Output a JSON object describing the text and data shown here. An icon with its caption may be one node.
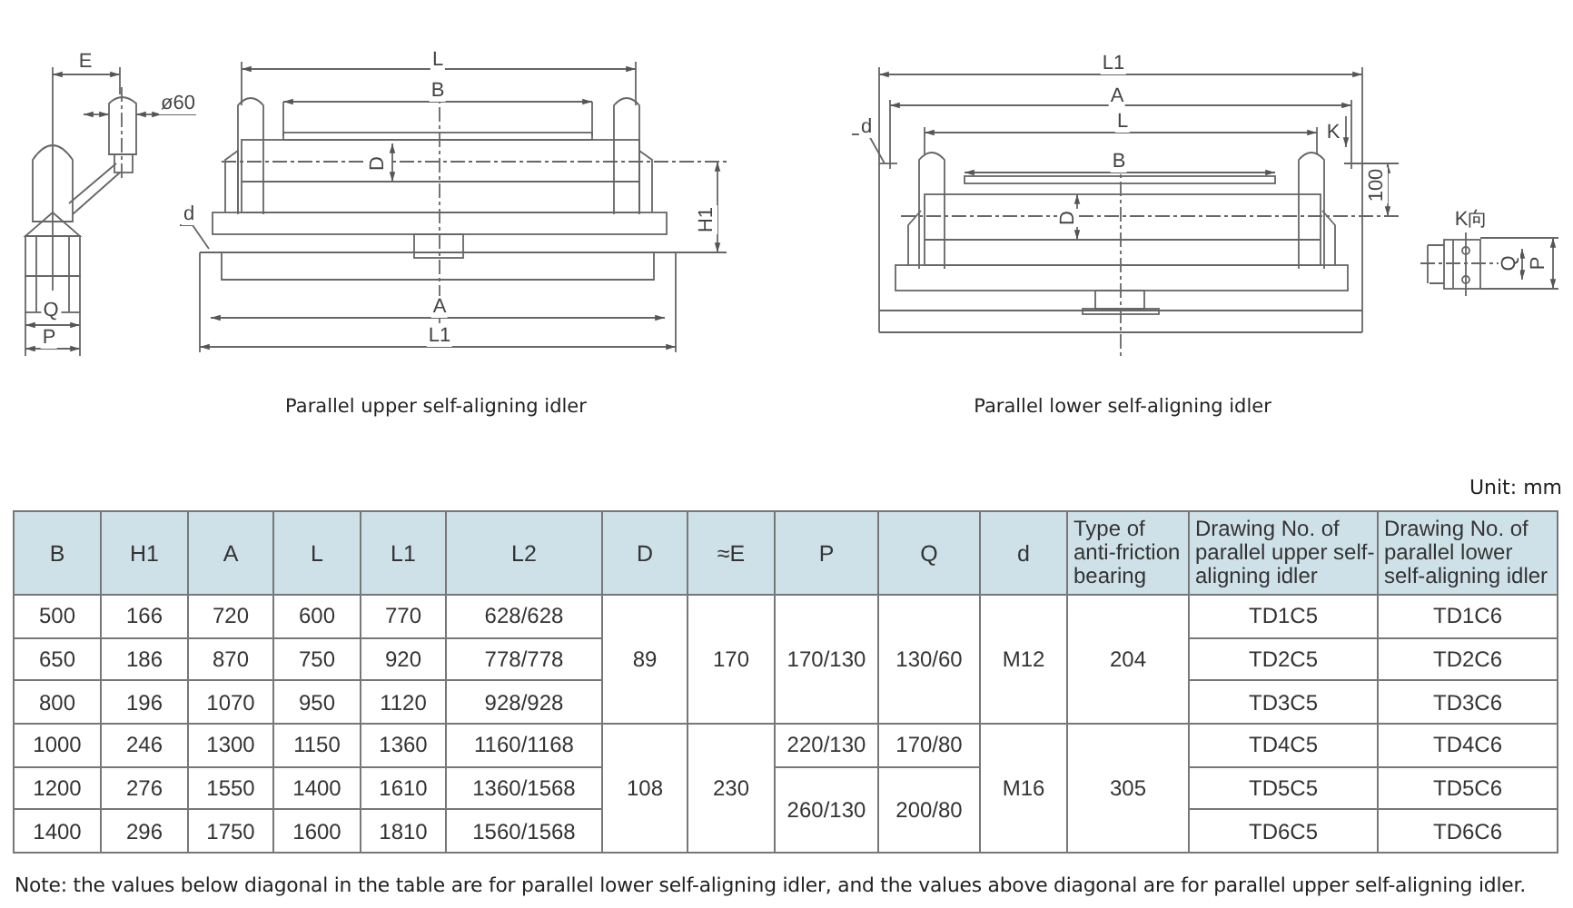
{
  "diagram": {
    "labels": [
      "E",
      "ø60",
      "L",
      "B",
      "D",
      "d",
      "H1",
      "A",
      "L1",
      "Q",
      "P",
      "Parallel upper self-aligning idler",
      "L1",
      "A",
      "d",
      "L",
      "K",
      "B",
      "100",
      "D",
      "K向",
      "Q",
      "P",
      "Parallel lower self-aligning idler",
      "Unit: mm",
      "B",
      "H1",
      "A",
      "L",
      "L1",
      "L2",
      "D",
      "≈E",
      "P",
      "Q",
      "d",
      "Type of anti-friction bearing",
      "Drawing No. of parallel upper self-aligning idler",
      "Drawing No. of parallel lower self-aligning idler",
      "500",
      "166",
      "720",
      "600",
      "770",
      "628/628",
      "89",
      "170",
      "170/130",
      "130/60",
      "M12",
      "204",
      "TD1C5",
      "TD1C6",
      "650",
      "186",
      "870",
      "750",
      "920",
      "778/778",
      "TD2C5",
      "TD2C6",
      "800",
      "196",
      "1070",
      "950",
      "1120",
      "928/928",
      "TD3C5",
      "TD3C6",
      "1000",
      "246",
      "1300",
      "1150",
      "1360",
      "1160/1168",
      "108",
      "230",
      "220/130",
      "170/80",
      "M16",
      "305",
      "TD4C5",
      "TD4C6",
      "1200",
      "276",
      "1550",
      "1400",
      "1610",
      "1360/1568",
      "260/130",
      "200/80",
      "TD5C5",
      "TD5C6",
      "1400",
      "296",
      "1750",
      "1600",
      "1810",
      "1560/1568",
      "TD6C5",
      "TD6C6",
      "Note: the values below diagonal in the table are for parallel lower self-aligning idler, and the values above diagonal are for parallel upper self-aligning idler."
    ]
  }
}
